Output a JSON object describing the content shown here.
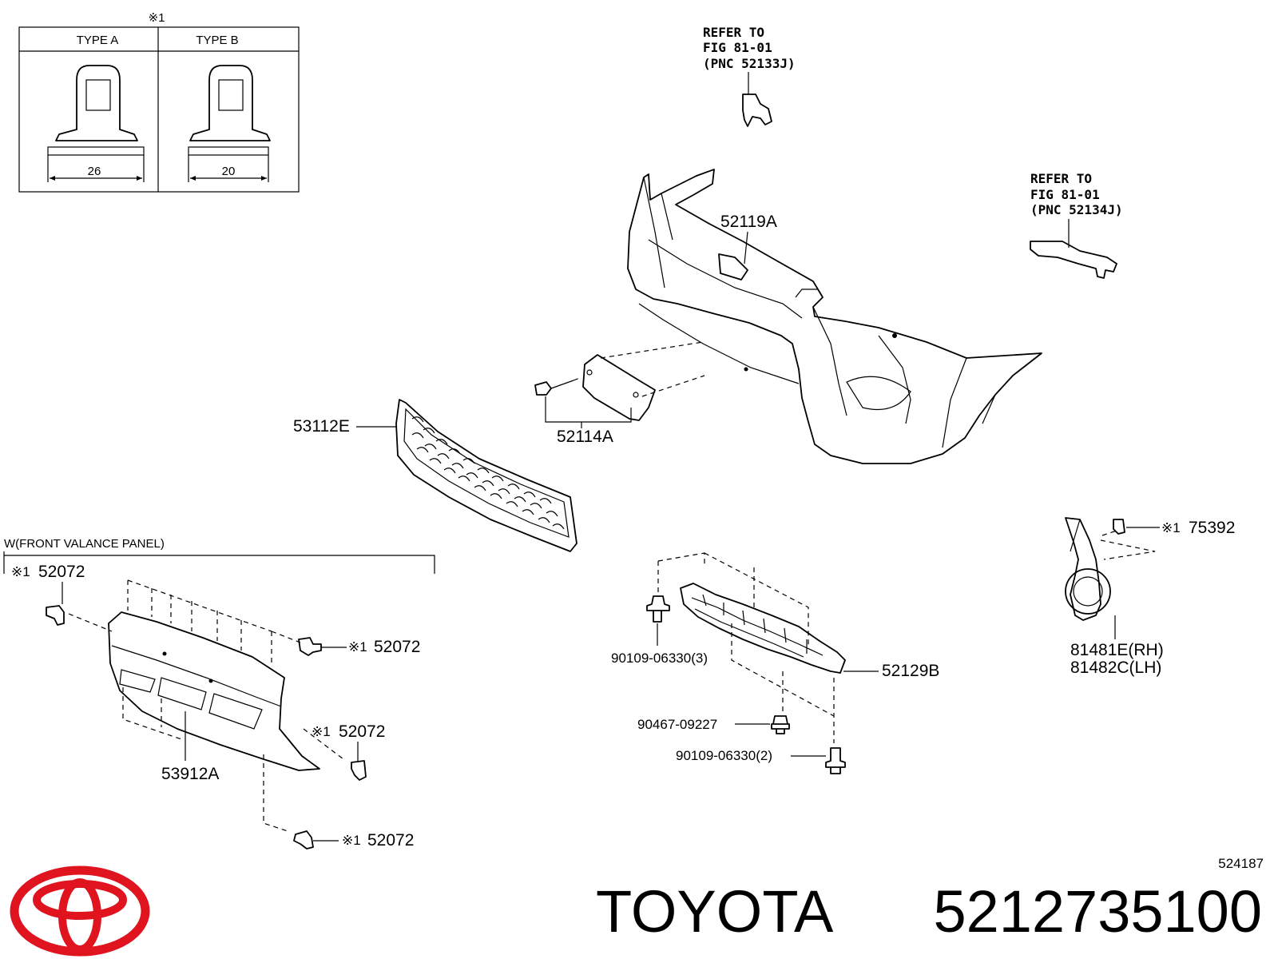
{
  "inset": {
    "marker": "※1",
    "type_a": {
      "label": "TYPE A",
      "dimension": "26"
    },
    "type_b": {
      "label": "TYPE B",
      "dimension": "20"
    }
  },
  "references": [
    {
      "line1": "REFER TO",
      "line2": "FIG 81-01",
      "line3": "(PNC 52133J)"
    },
    {
      "line1": "REFER TO",
      "line2": "FIG 81-01",
      "line3": "(PNC 52134J)"
    }
  ],
  "parts": {
    "bumper_cover": "52119A",
    "license_bracket": "52114A",
    "grille": "53112E",
    "valance_group": "W(FRONT VALANCE PANEL)",
    "valance_panel": "53912A",
    "clip_1": "52072",
    "clip_2": "52072",
    "clip_3": "52072",
    "clip_4": "52072",
    "clip_marker": "※1",
    "fog_clip_marker": "※1",
    "fog_clip": "75392",
    "fog_cover_rh": "81481E(RH)",
    "fog_cover_lh": "81482C(LH)",
    "absorber": "52129B",
    "bolt_a": "90109-06330(3)",
    "nut": "90467-09227",
    "bolt_b": "90109-06330(2)"
  },
  "footer": {
    "diagram_code": "524187",
    "brand": "TOYOTA",
    "part_number": "5212735100"
  },
  "colors": {
    "logo_red": "#e0141e",
    "ink": "#000000"
  }
}
